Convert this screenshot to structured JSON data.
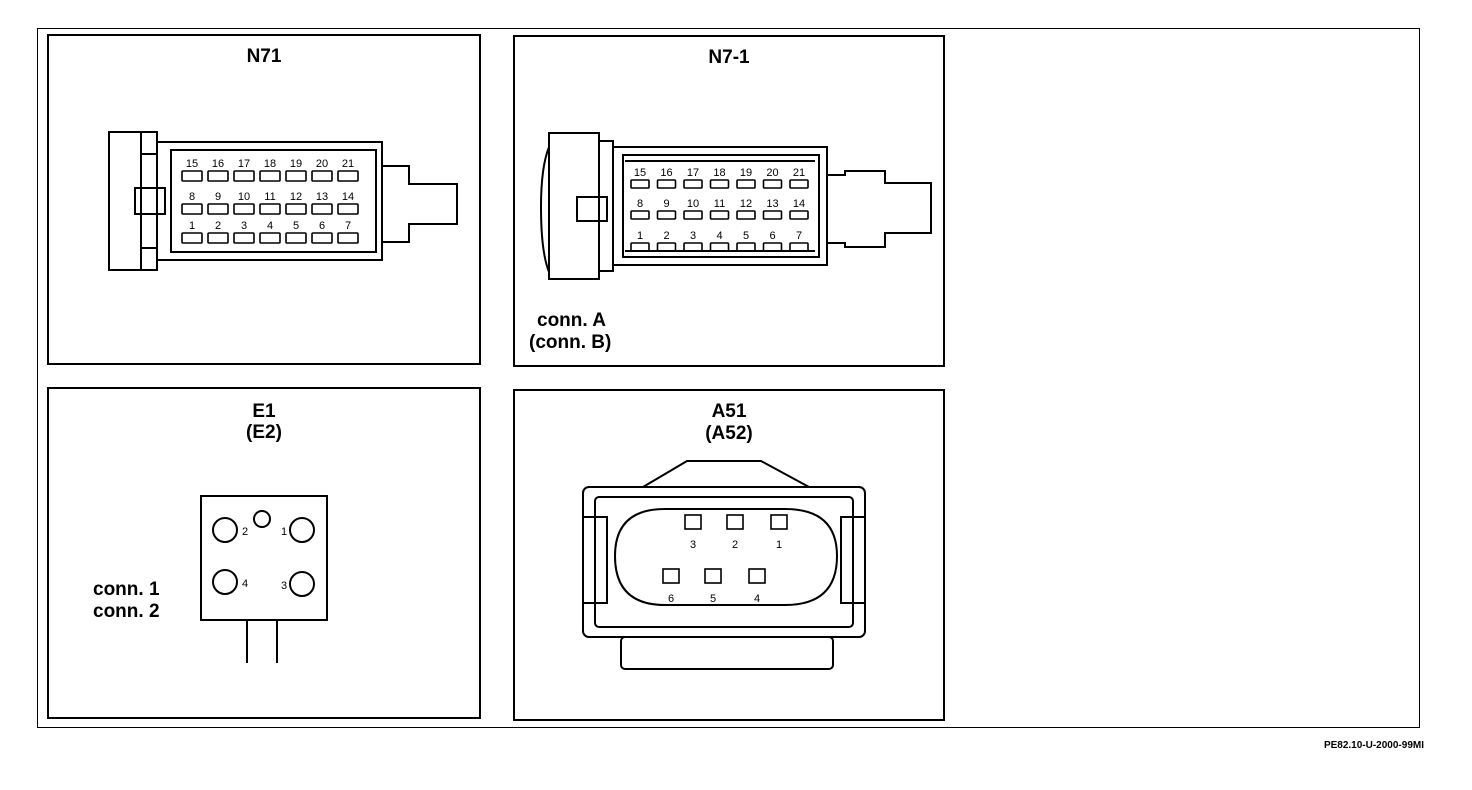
{
  "n71": {
    "title": "N71",
    "pins_top": [
      "15",
      "16",
      "17",
      "18",
      "19",
      "20",
      "21"
    ],
    "pins_mid": [
      "8",
      "9",
      "10",
      "11",
      "12",
      "13",
      "14"
    ],
    "pins_bot": [
      "1",
      "2",
      "3",
      "4",
      "5",
      "6",
      "7"
    ]
  },
  "n7_1": {
    "title": "N7-1",
    "pins_top": [
      "15",
      "16",
      "17",
      "18",
      "19",
      "20",
      "21"
    ],
    "pins_mid": [
      "8",
      "9",
      "10",
      "11",
      "12",
      "13",
      "14"
    ],
    "pins_bot": [
      "1",
      "2",
      "3",
      "4",
      "5",
      "6",
      "7"
    ],
    "note_line1": "conn. A",
    "note_line2": "(conn. B)"
  },
  "e1": {
    "title": "E1",
    "subtitle": "(E2)",
    "pins": [
      "2",
      "1",
      "4",
      "3"
    ],
    "note_line1": "conn. 1",
    "note_line2": "conn. 2"
  },
  "a51": {
    "title": "A51",
    "subtitle": "(A52)",
    "pins_top": [
      "3",
      "2",
      "1"
    ],
    "pins_bot": [
      "6",
      "5",
      "4"
    ]
  },
  "reference": "PE82.10-U-2000-99MI"
}
